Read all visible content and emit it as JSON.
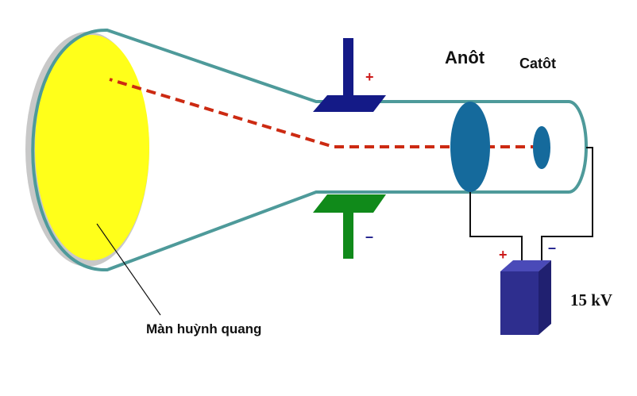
{
  "labels": {
    "anode": "Anôt",
    "cathode": "Catôt",
    "screen": "Màn huỳnh quang",
    "voltage": "15 kV",
    "plate_top_sign": "+",
    "plate_bottom_sign": "–",
    "battery_plus": "+",
    "battery_minus": "–"
  },
  "colors": {
    "tube_outline": "#4e9a9a",
    "screen_fill": "#ffff1a",
    "screen_shadow": "#c8c8c8",
    "beam": "#cc2a12",
    "electrode": "#156a9c",
    "plate_top": "#141a87",
    "plate_bottom": "#108a1a",
    "battery_front": "#2e2e8e",
    "battery_side": "#202070",
    "battery_top": "#4a4ab8",
    "wire": "#111111",
    "sign_red": "#cc1a1a",
    "sign_blue": "#1a1a8a"
  }
}
